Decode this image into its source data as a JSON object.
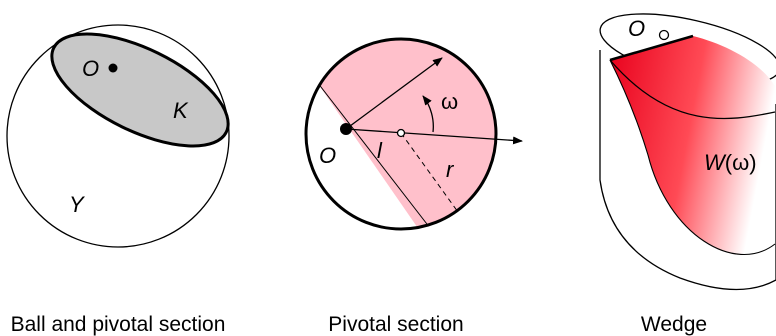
{
  "panels": [
    {
      "caption": "Ball and pivotal section",
      "labels": {
        "origin": "O",
        "section": "K",
        "ball": "Y"
      }
    },
    {
      "caption": "Pivotal section",
      "labels": {
        "origin": "O",
        "length": "l",
        "radius": "r",
        "angle": "ω"
      }
    },
    {
      "caption": "Wedge",
      "labels": {
        "origin": "O",
        "wedge": "W(ω)"
      }
    }
  ],
  "colors": {
    "section_fill": "#c8c8c8",
    "pivotal_fill": "#ffc0cb",
    "wedge_fill_dark": "#e8001c",
    "wedge_fill_light": "#ffffff",
    "stroke": "#000000"
  }
}
